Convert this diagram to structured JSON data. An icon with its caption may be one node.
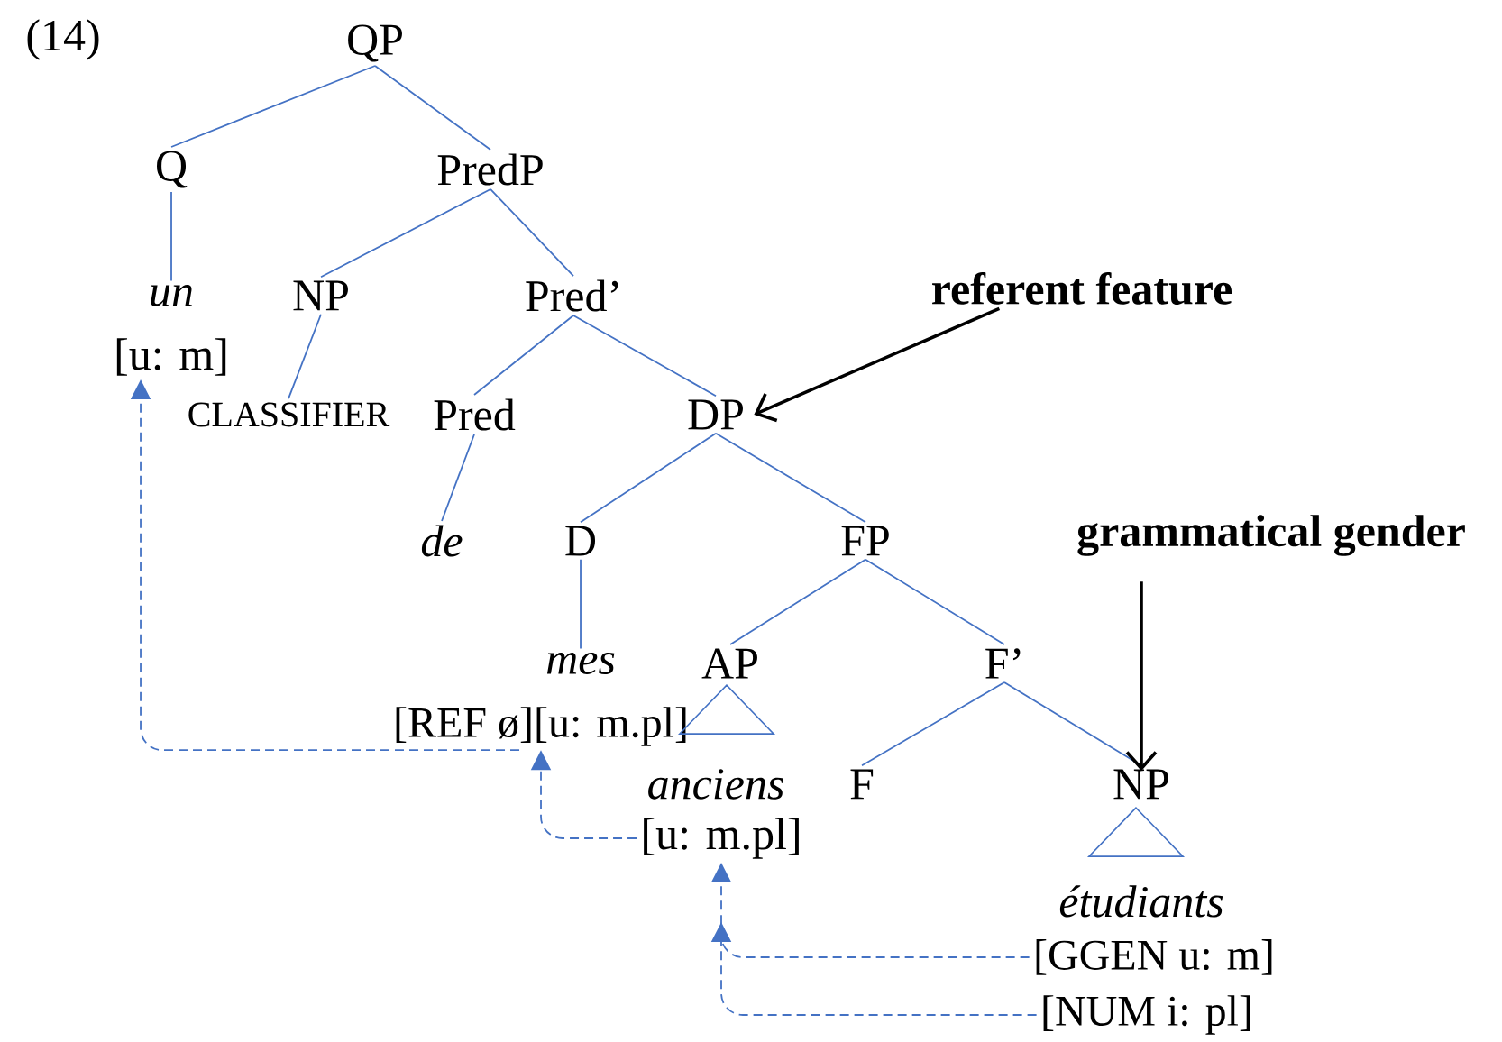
{
  "diagram": {
    "nodes": [
      {
        "text": [
          "QP"
        ]
      },
      {
        "text": [
          "Q"
        ]
      },
      {
        "text": [
          "PredP"
        ]
      },
      {
        "text": [
          "un"
        ]
      },
      {
        "text": [
          "[u: m]"
        ]
      },
      {
        "text": [
          "NP"
        ]
      },
      {
        "text": [
          "Pred’"
        ]
      },
      {
        "text": [
          "CLASSIFIER"
        ]
      },
      {
        "text": [
          "Pred"
        ]
      },
      {
        "text": [
          "DP"
        ]
      },
      {
        "text": [
          "de"
        ]
      },
      {
        "text": [
          "D"
        ]
      },
      {
        "text": [
          "FP"
        ]
      },
      {
        "text": [
          "mes"
        ]
      },
      {
        "text": [
          "[REF ø][u: m.pl]"
        ]
      },
      {
        "text": [
          "AP"
        ]
      },
      {
        "text": [
          "F’"
        ]
      },
      {
        "text": [],
        "shape": "triangle"
      },
      {
        "text": [
          "anciens"
        ]
      },
      {
        "text": [
          "F"
        ]
      },
      {
        "text": [
          "NP"
        ]
      },
      {
        "text": [],
        "shape": "triangle"
      },
      {
        "text": [
          "[u: m.pl]"
        ]
      },
      {
        "text": [
          "étudiants"
        ]
      },
      {
        "text": [
          "[GGEN u: m]"
        ]
      },
      {
        "text": [
          "[NUM i: pl]"
        ]
      },
      {
        "text": [
          "referent feature"
        ]
      },
      {
        "text": [
          "grammatical gender"
        ]
      }
    ],
    "edges": [
      {
        "from": 0,
        "to": 1,
        "arrow": "none"
      },
      {
        "from": 0,
        "to": 2,
        "arrow": "none"
      },
      {
        "from": 1,
        "to": 3,
        "arrow": "none"
      },
      {
        "from": 2,
        "to": 5,
        "arrow": "none"
      },
      {
        "from": 2,
        "to": 6,
        "arrow": "none"
      },
      {
        "from": 5,
        "to": 7,
        "arrow": "none"
      },
      {
        "from": 6,
        "to": 8,
        "arrow": "none"
      },
      {
        "from": 6,
        "to": 9,
        "arrow": "none"
      },
      {
        "from": 8,
        "to": 10,
        "arrow": "none"
      },
      {
        "from": 9,
        "to": 11,
        "arrow": "none"
      },
      {
        "from": 9,
        "to": 12,
        "arrow": "none"
      },
      {
        "from": 11,
        "to": 13,
        "arrow": "none"
      },
      {
        "from": 12,
        "to": 15,
        "arrow": "none"
      },
      {
        "from": 12,
        "to": 16,
        "arrow": "none"
      },
      {
        "from": 16,
        "to": 19,
        "arrow": "none"
      },
      {
        "from": 16,
        "to": 20,
        "arrow": "none"
      },
      {
        "from": 14,
        "to": 4,
        "arrow": "to",
        "style": "dashed"
      },
      {
        "from": 22,
        "to": 14,
        "arrow": "to",
        "style": "dashed"
      },
      {
        "from": 24,
        "to": 22,
        "arrow": "to",
        "style": "dashed"
      },
      {
        "from": 25,
        "to": 22,
        "arrow": "to",
        "style": "dashed"
      },
      {
        "from": 26,
        "to": 9,
        "arrow": "to",
        "color": "#000000"
      },
      {
        "from": 27,
        "to": 20,
        "arrow": "to",
        "color": "#000000"
      }
    ],
    "labels": [
      "(14)"
    ]
  }
}
